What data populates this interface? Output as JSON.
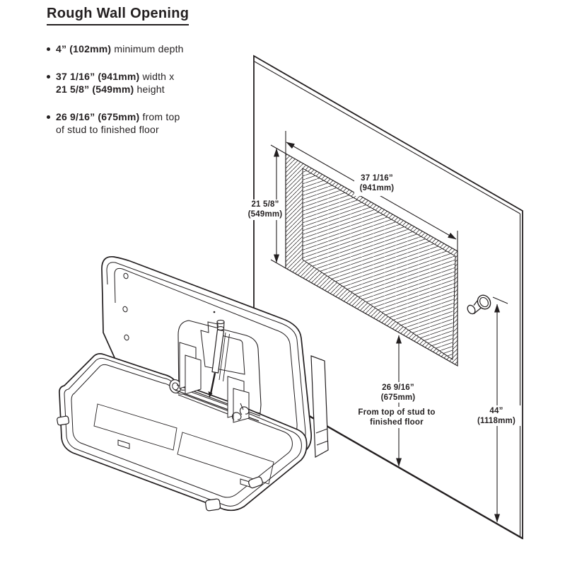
{
  "title": "Rough Wall Opening",
  "bullets": {
    "b1_bold": "4” (102mm)",
    "b1_rest": " minimum depth",
    "b2_bold": "37 1/16” (941mm)",
    "b2_rest": " width x",
    "b2b_bold": "21 5/8” (549mm)",
    "b2b_rest": " height",
    "b3_bold": "26 9/16” (675mm)",
    "b3_rest": " from top",
    "b3_line2": "of stud to finished floor"
  },
  "diagram": {
    "width_in": "37 1/16”",
    "width_mm": "(941mm)",
    "height_in": "21 5/8”",
    "height_mm": "(549mm)",
    "stud_in": "26 9/16”",
    "stud_mm": "(675mm)",
    "stud_note1": "From top of stud to",
    "stud_note2": "finished floor",
    "floor_in": "44”",
    "floor_mm": "(1118mm)"
  },
  "colors": {
    "ink": "#231f20",
    "background": "#ffffff"
  }
}
